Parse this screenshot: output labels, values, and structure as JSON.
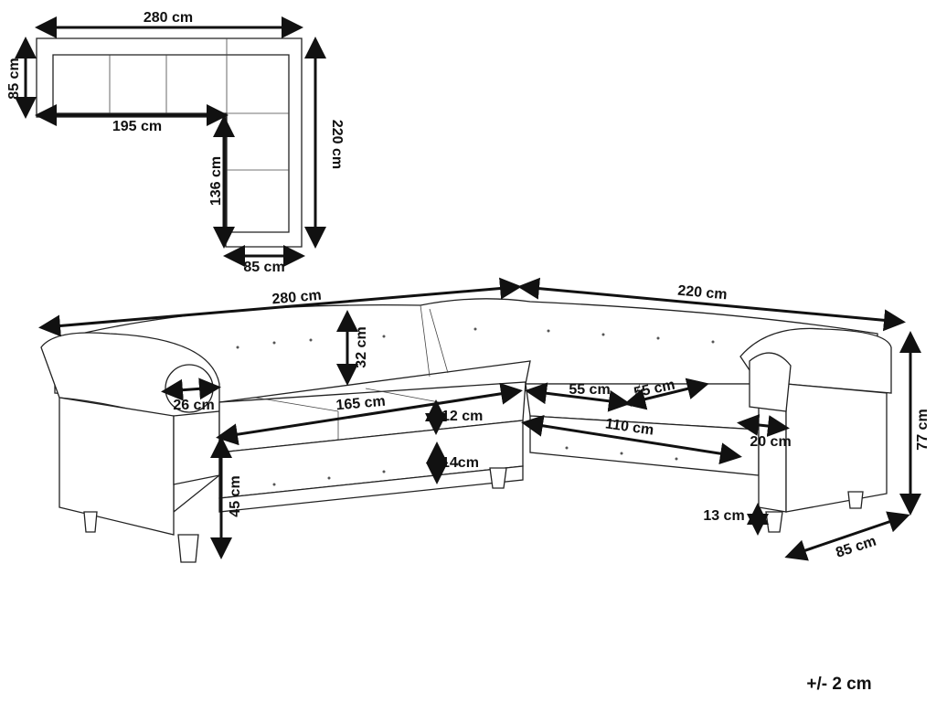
{
  "plan": {
    "width_total": "280 cm",
    "depth_left": "85 cm",
    "seat_length": "195 cm",
    "depth_total": "220 cm",
    "return_length": "136 cm",
    "return_width": "85 cm"
  },
  "sofa": {
    "length_left": "280 cm",
    "length_right": "220 cm",
    "back_height": "32 cm",
    "arm_width": "26 cm",
    "seat_width_left": "165 cm",
    "cushion_thickness": "12 cm",
    "corner_depth_a": "55 cm",
    "corner_depth_b": "55 cm",
    "seat_width_right": "110 cm",
    "arm_width_right": "20 cm",
    "seat_base_height": "14cm",
    "seat_height": "45 cm",
    "total_height": "77 cm",
    "leg_height": "13 cm",
    "depth": "85 cm"
  },
  "tolerance": "+/- 2 cm"
}
